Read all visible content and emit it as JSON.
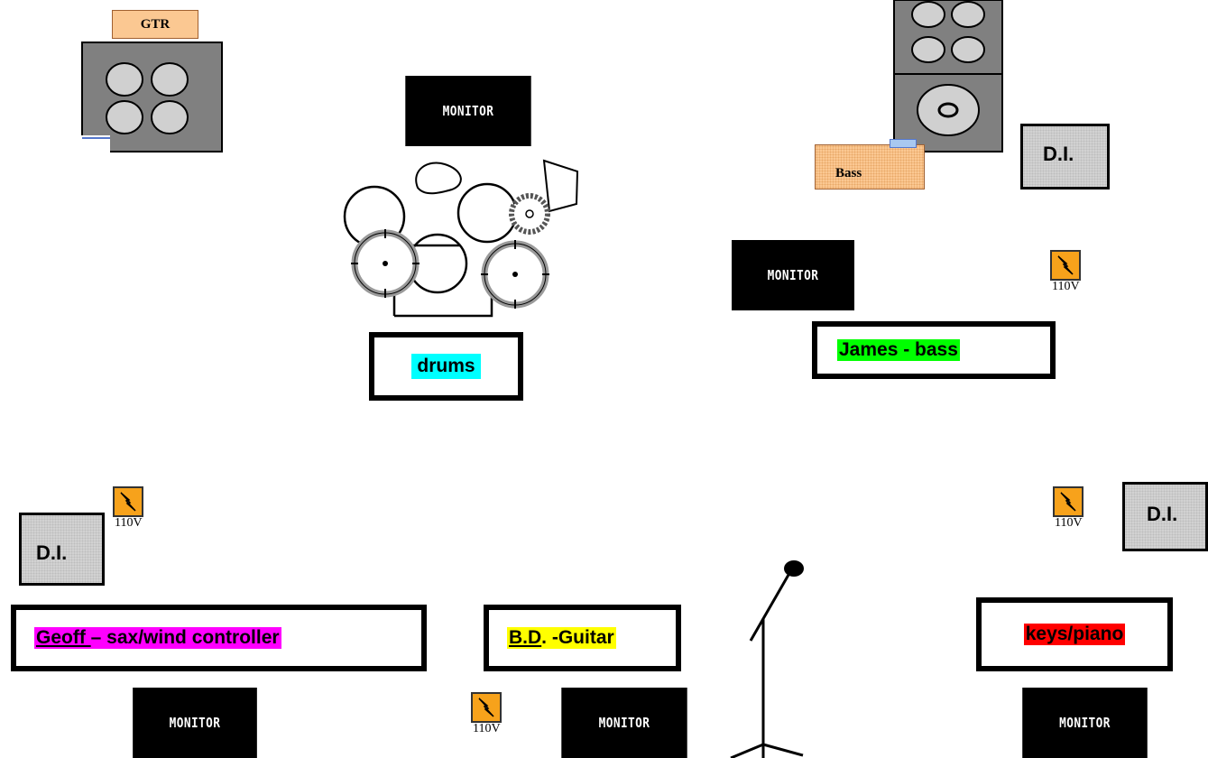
{
  "labels": {
    "gtr_amp": "GTR",
    "bass_amp": "Bass",
    "monitor": "MONITOR",
    "di": "D.I.",
    "power": "110V",
    "drums": "drums",
    "james": "James - bass",
    "geoff_name": "Geoff ",
    "geoff_rest": "– sax/wind controller",
    "bd_name": "B.D",
    "bd_rest": ". -Guitar",
    "keys": "keys/piano"
  },
  "colors": {
    "monitor_bg": "#000000",
    "power_icon": "#f7a21b",
    "drums_highlight": "#00ffff",
    "james_highlight": "#00ff00",
    "geoff_highlight": "#ff00ff",
    "bd_highlight": "#ffff00",
    "keys_highlight": "#ff0000",
    "amp_grey": "#808080",
    "tag_peach": "#fbc892"
  },
  "icons": [
    "lightning-power-icon",
    "speaker-cone-icon",
    "microphone-stand-icon",
    "drum-kit-icon"
  ]
}
